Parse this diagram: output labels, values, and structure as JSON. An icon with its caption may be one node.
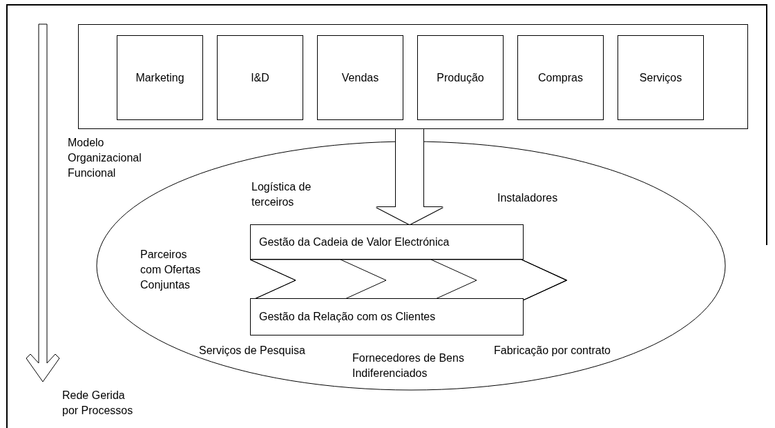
{
  "diagram": {
    "nodes": [
      {
        "text": [],
        "shape": "box"
      },
      {
        "text": [
          "Marketing"
        ],
        "in": 0
      },
      {
        "text": [
          "I&D"
        ],
        "in": 0
      },
      {
        "text": [
          "Vendas"
        ],
        "in": 0
      },
      {
        "text": [
          "Produção"
        ],
        "in": 0
      },
      {
        "text": [
          "Compras"
        ],
        "in": 0
      },
      {
        "text": [
          "Serviços"
        ],
        "in": 0
      },
      {
        "text": [],
        "shape": "ellipse"
      },
      {
        "text": [
          "Gestão da Cadeia de Valor Electrónica"
        ],
        "in": 7
      },
      {
        "text": [
          "Gestão da Relação com os Clientes"
        ],
        "in": 7
      }
    ],
    "edges": [
      {
        "from": 0,
        "to": 8,
        "arrow": "to"
      }
    ],
    "labels": [
      "Modelo Organizacional Funcional",
      "Logística de terceiros",
      "Instaladores",
      "Parceiros com Ofertas Conjuntas",
      "Serviços de Pesquisa",
      "Fornecedores de Bens Indiferenciados",
      "Fabricação por contrato",
      "Rede Gerida por Processos"
    ]
  }
}
